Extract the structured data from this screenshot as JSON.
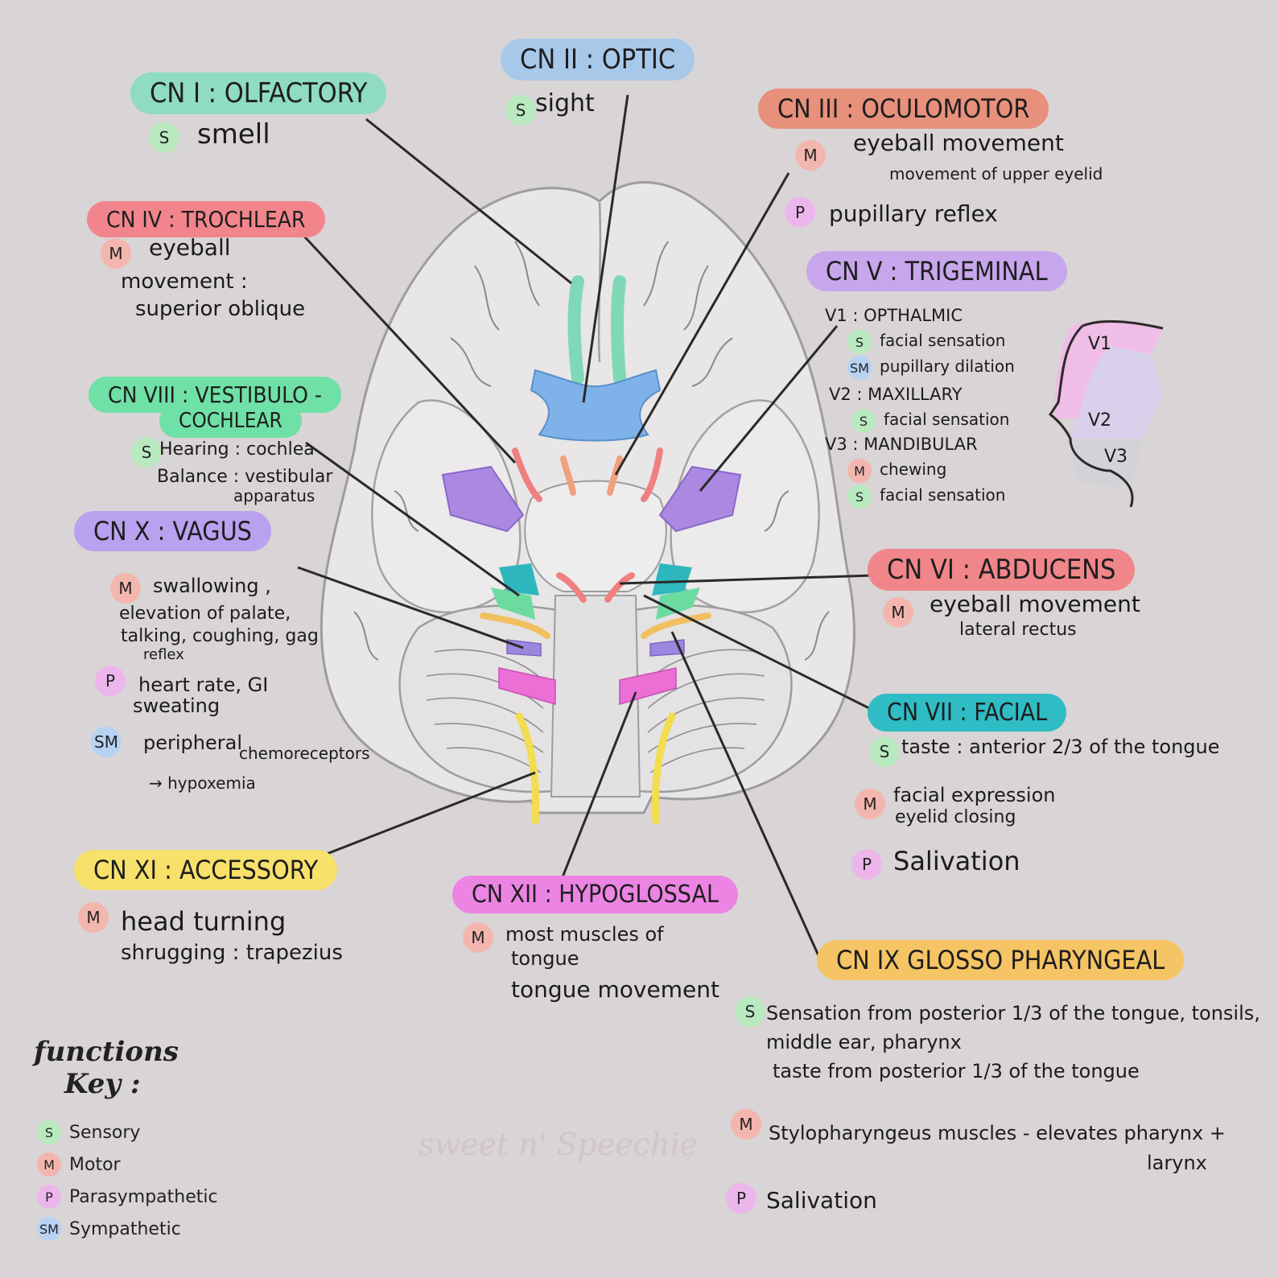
{
  "cranial_nerves": [
    {
      "label": "CN I : OLFACTORY",
      "color": "#8fdcc0",
      "functions": [
        {
          "type": "S",
          "text": "smell"
        }
      ]
    },
    {
      "label": "CN II : OPTIC",
      "color": "#a8c8ea",
      "functions": [
        {
          "type": "S",
          "text": "sight"
        }
      ]
    },
    {
      "label": "CN III : OCULOMOTOR",
      "color": "#e7907c",
      "functions": [
        {
          "type": "M",
          "text": "eyeball movement",
          "sub": "movement of upper eyelid"
        },
        {
          "type": "P",
          "text": "pupillary reflex"
        }
      ]
    },
    {
      "label": "CN IV : TROCHLEAR",
      "color": "#f2858c",
      "functions": [
        {
          "type": "M",
          "text": "eyeball",
          "sub": "movement :",
          "sub2": "superior oblique"
        }
      ]
    },
    {
      "label": "CN V : TRIGEMINAL",
      "color": "#c7a6ec",
      "branches": [
        {
          "name": "V1 : OPTHALMIC",
          "functions": [
            {
              "type": "S",
              "text": "facial sensation"
            },
            {
              "type": "SM",
              "text": "pupillary dilation"
            }
          ]
        },
        {
          "name": "V2 : MAXILLARY",
          "functions": [
            {
              "type": "S",
              "text": "facial sensation"
            }
          ]
        },
        {
          "name": "V3 : MANDIBULAR",
          "functions": [
            {
              "type": "M",
              "text": "chewing"
            },
            {
              "type": "S",
              "text": "facial sensation"
            }
          ]
        }
      ]
    },
    {
      "label": "CN VI : ABDUCENS",
      "color": "#f1868a",
      "functions": [
        {
          "type": "M",
          "text": "eyeball movement",
          "sub": "lateral rectus"
        }
      ]
    },
    {
      "label": "CN VII : FACIAL",
      "color": "#2fbcc4",
      "functions": [
        {
          "type": "S",
          "text": "taste : anterior 2/3 of the tongue"
        },
        {
          "type": "M",
          "text": "facial expression",
          "sub": "eyelid closing"
        },
        {
          "type": "P",
          "text": "Salivation"
        }
      ]
    },
    {
      "label": "CN VIII : VESTIBULO -",
      "label2": "COCHLEAR",
      "color": "#6fe0a6",
      "functions": [
        {
          "type": "S",
          "text": "Hearing : cochlea",
          "sub": "Balance : vestibular",
          "sub2": "apparatus"
        }
      ]
    },
    {
      "label": "CN IX GLOSSO PHARYNGEAL",
      "color": "#f5c464",
      "functions": [
        {
          "type": "S",
          "text": "Sensation from posterior 1/3 of the tongue, tonsils,",
          "sub": "middle ear, pharynx",
          "sub2": "taste from posterior 1/3 of the tongue"
        },
        {
          "type": "M",
          "text": "Stylopharyngeus muscles - elevates pharynx +",
          "sub": "larynx"
        },
        {
          "type": "P",
          "text": "Salivation"
        }
      ]
    },
    {
      "label": "CN X : VAGUS",
      "color": "#b9a1ef",
      "functions": [
        {
          "type": "M",
          "text": "swallowing ,",
          "sub": "elevation of palate,",
          "sub2": "talking, coughing, gag",
          "sub3": "reflex"
        },
        {
          "type": "P",
          "text": "heart rate, GI",
          "sub": "sweating"
        },
        {
          "type": "SM",
          "text": "peripheral",
          "sub": "chemoreceptors",
          "sub2": "→ hypoxemia"
        }
      ]
    },
    {
      "label": "CN XI : ACCESSORY",
      "color": "#f7e16a",
      "functions": [
        {
          "type": "M",
          "text": "head turning",
          "sub": "shrugging : trapezius"
        }
      ]
    },
    {
      "label": "CN XII : HYPOGLOSSAL",
      "color": "#ec84e4",
      "functions": [
        {
          "type": "M",
          "text": "most muscles of",
          "sub": "tongue",
          "sub2": "tongue movement"
        }
      ]
    }
  ],
  "face_labels": [
    "V1",
    "V2",
    "V3"
  ],
  "key": {
    "title": "functions",
    "title2": "Key :",
    "items": [
      {
        "code": "S",
        "name": "Sensory",
        "color": "#b9e9bf"
      },
      {
        "code": "M",
        "name": "Motor",
        "color": "#f3b6ae"
      },
      {
        "code": "P",
        "name": "Parasympathetic",
        "color": "#ecb6ec"
      },
      {
        "code": "SM",
        "name": "Sympathetic",
        "color": "#b8d2f3"
      }
    ]
  },
  "watermark": "sweet n' Speechie",
  "colors": {
    "background": "#d9d4d5",
    "line": "#2a2a2a",
    "brain": "#e9e7e8",
    "brain_outline": "#9a9a9a"
  }
}
